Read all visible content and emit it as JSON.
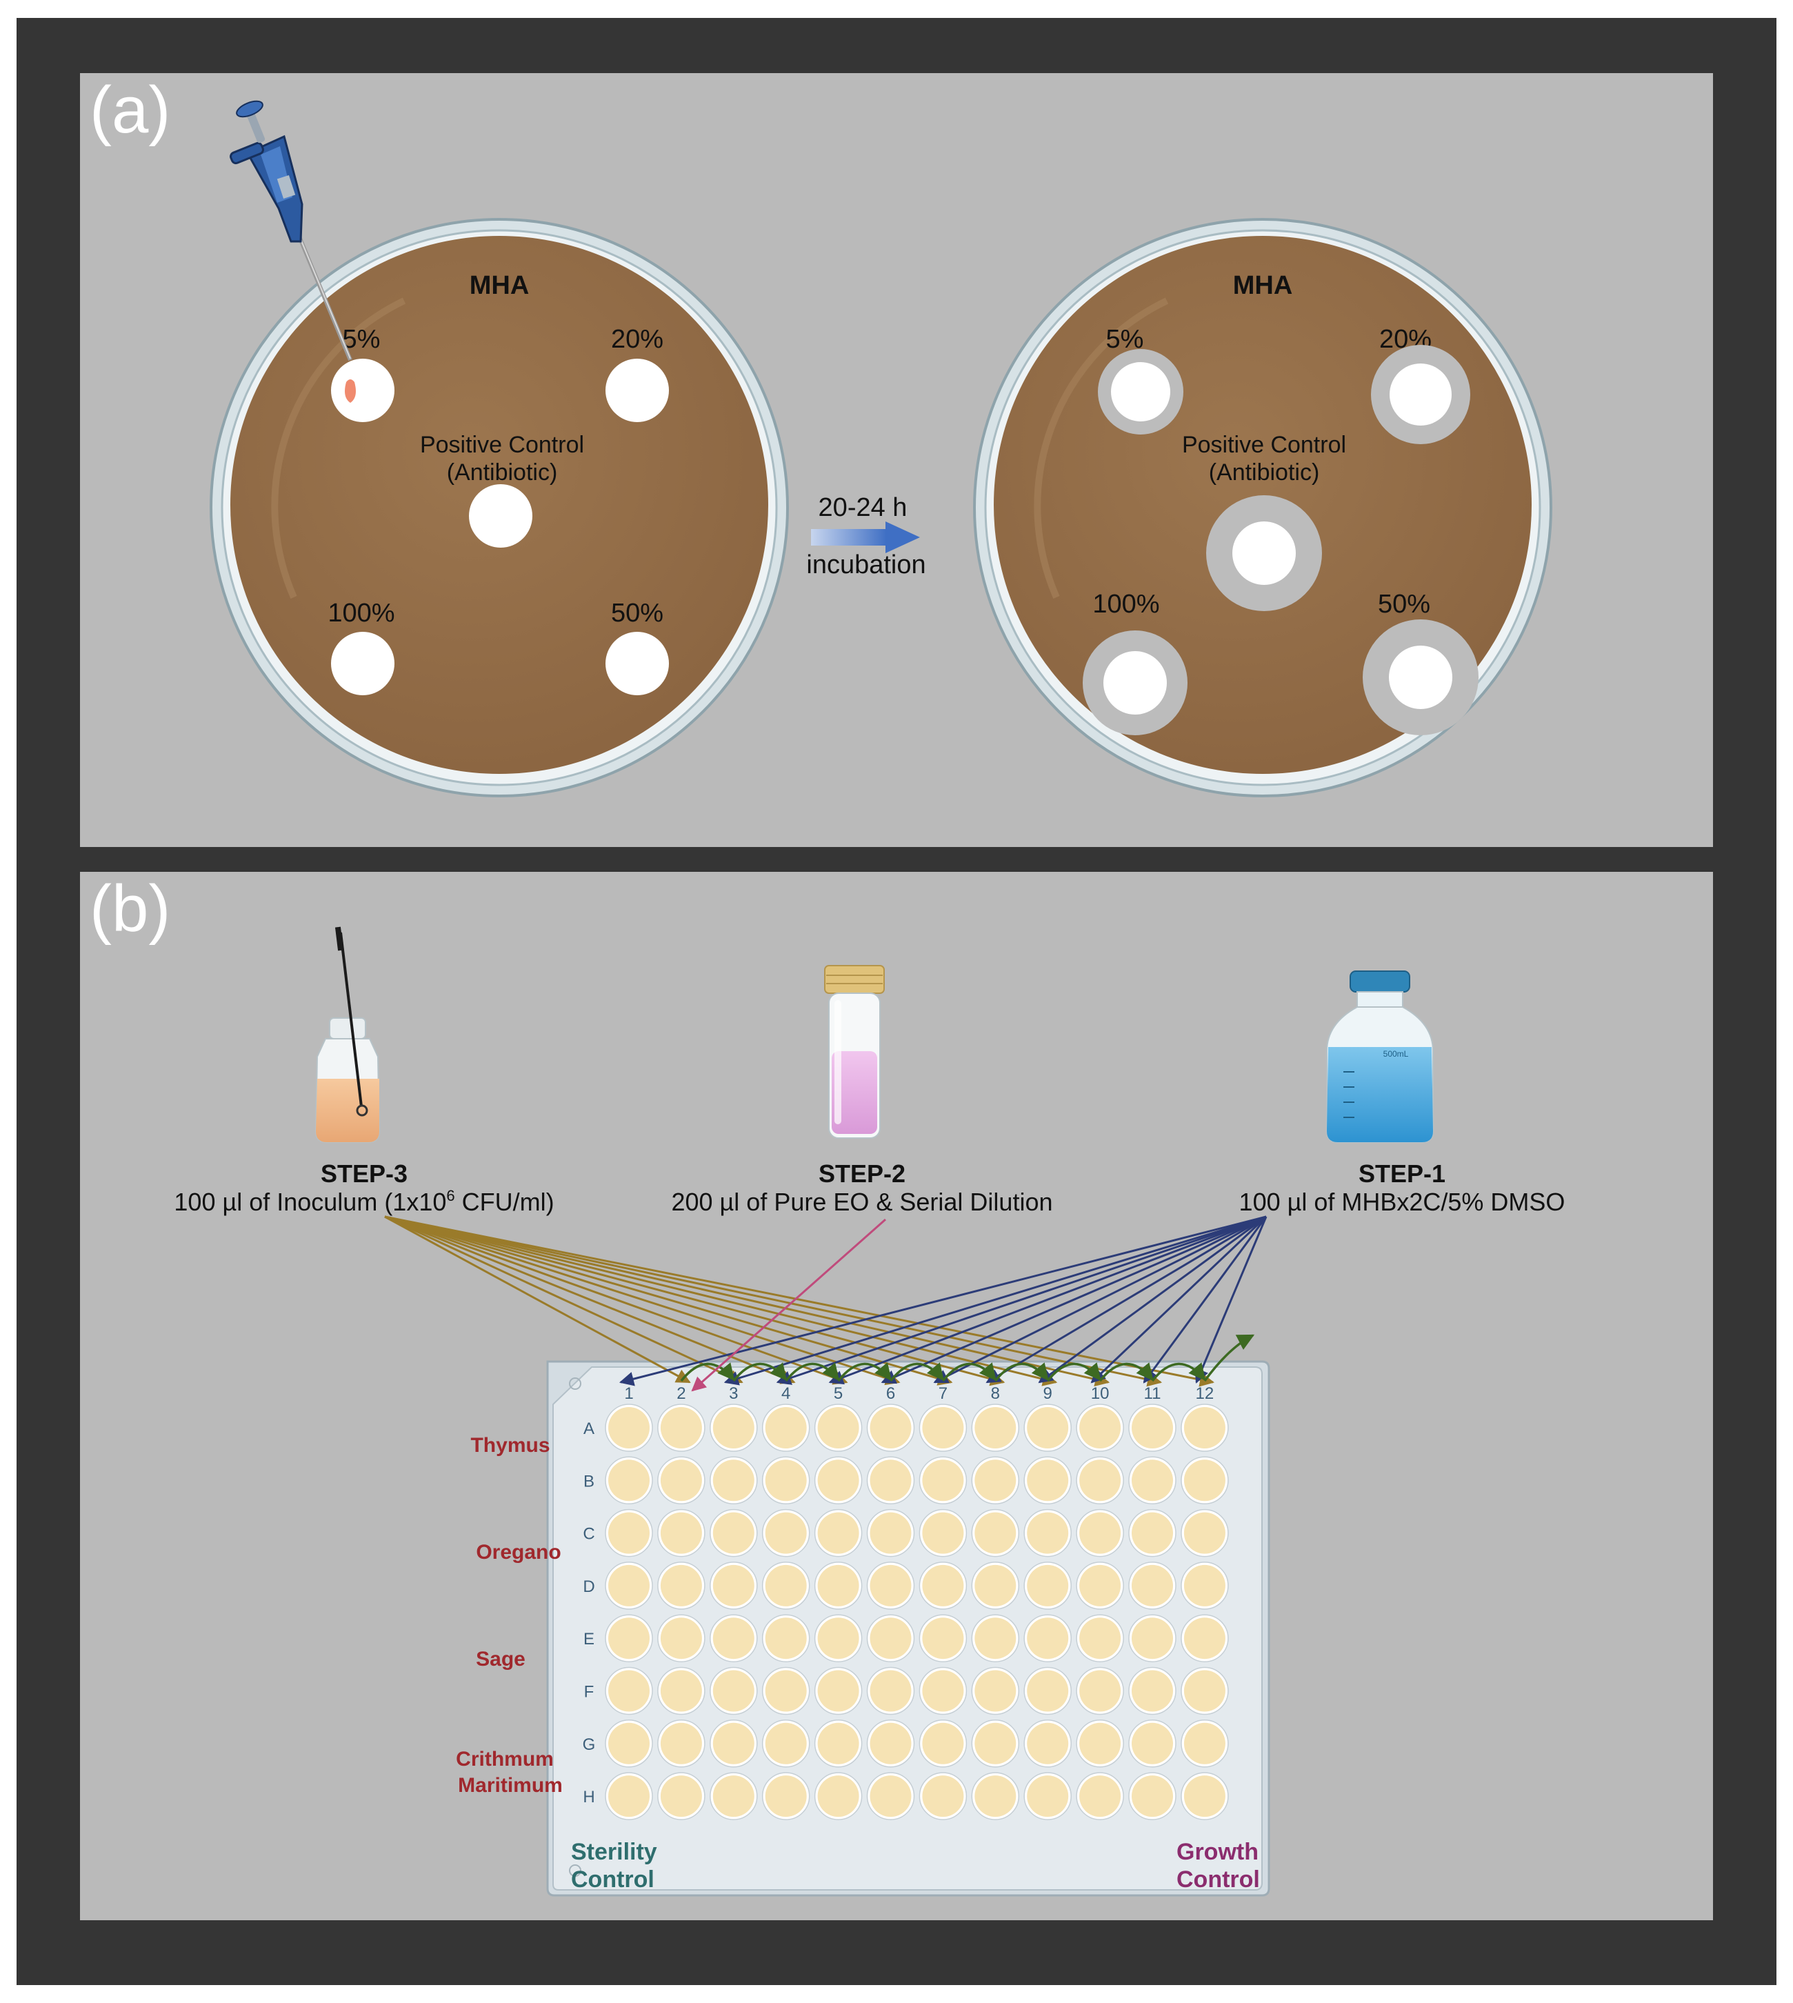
{
  "panel_a": {
    "label": "(a)",
    "plate_medium": "MHA",
    "concentrations": [
      "5%",
      "20%",
      "100%",
      "50%"
    ],
    "control_line1": "Positive Control",
    "control_line2": "(Antibiotic)",
    "incubation_time": "20-24 h",
    "incubation_label": "incubation",
    "colors": {
      "agar": "#96704b",
      "agar_dark": "#8a6541",
      "zone": "#bcbcbc",
      "arrow": "#3f6fc4"
    }
  },
  "panel_b": {
    "label": "(b)",
    "steps": [
      {
        "title": "STEP-3",
        "desc_pre": "100 µl of Inoculum (1x10",
        "desc_sup": "6",
        "desc_post": " CFU/ml)"
      },
      {
        "title": "STEP-2",
        "desc": "200 µl of Pure EO & Serial Dilution"
      },
      {
        "title": "STEP-1",
        "desc": "100 µl of MHBx2C/5% DMSO"
      }
    ],
    "bottle_label": "500mL",
    "plate": {
      "columns": [
        "1",
        "2",
        "3",
        "4",
        "5",
        "6",
        "7",
        "8",
        "9",
        "10",
        "11",
        "12"
      ],
      "rows": [
        "A",
        "B",
        "C",
        "D",
        "E",
        "F",
        "G",
        "H"
      ],
      "samples": [
        {
          "name": "Thymus"
        },
        {
          "name": "Oregano"
        },
        {
          "name": "Sage"
        },
        {
          "name_line1": "Crithmum",
          "name_line2": "Maritimum"
        }
      ],
      "sterility_line1": "Sterility",
      "sterility_line2": "Control",
      "growth_line1": "Growth",
      "growth_line2": "Control"
    },
    "colors": {
      "well": "#f6e3b4",
      "plate": "#e3e9ed",
      "inoculum_arrow": "#9a7b2a",
      "eo_arrow": "#c04b7c",
      "medium_arrow": "#2c3c78",
      "dilution_arrow": "#3d6a22",
      "sample_text": "#a0282d",
      "sterility_text": "#2f6e6e",
      "growth_text": "#8b2d6e"
    }
  }
}
